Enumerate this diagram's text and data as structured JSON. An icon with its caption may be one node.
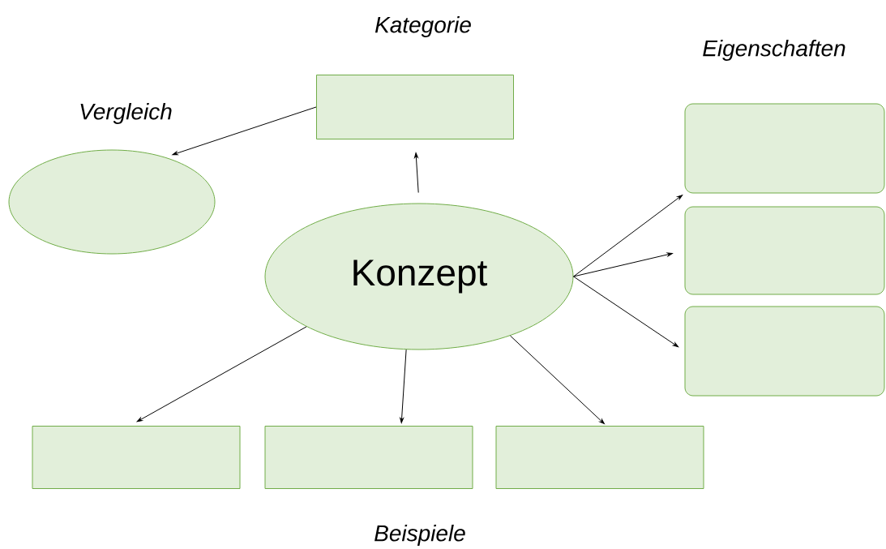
{
  "diagram": {
    "nodes": [
      {
        "text": [
          "Kategorie"
        ]
      },
      {
        "text": [
          "Vergleich"
        ]
      },
      {
        "text": [],
        "shape": "box"
      },
      {
        "text": [],
        "shape": "box"
      },
      {
        "text": [],
        "shape": "box"
      },
      {
        "text": [
          "Konzept"
        ]
      },
      {
        "text": [],
        "shape": "box"
      },
      {
        "text": [],
        "shape": "box"
      },
      {
        "text": [],
        "shape": "box"
      }
    ],
    "edges": [
      {
        "from": 5,
        "to": 0,
        "arrow": "to"
      },
      {
        "from": 0,
        "to": 1,
        "arrow": "to"
      },
      {
        "from": 5,
        "to": 2,
        "arrow": "to"
      },
      {
        "from": 5,
        "to": 3,
        "arrow": "to"
      },
      {
        "from": 5,
        "to": 4,
        "arrow": "to"
      },
      {
        "from": 5,
        "to": 6,
        "arrow": "to"
      },
      {
        "from": 5,
        "to": 7,
        "arrow": "to"
      },
      {
        "from": 5,
        "to": 8,
        "arrow": "to"
      }
    ],
    "labels": [
      "Eigenschaften",
      "Beispiele"
    ]
  }
}
